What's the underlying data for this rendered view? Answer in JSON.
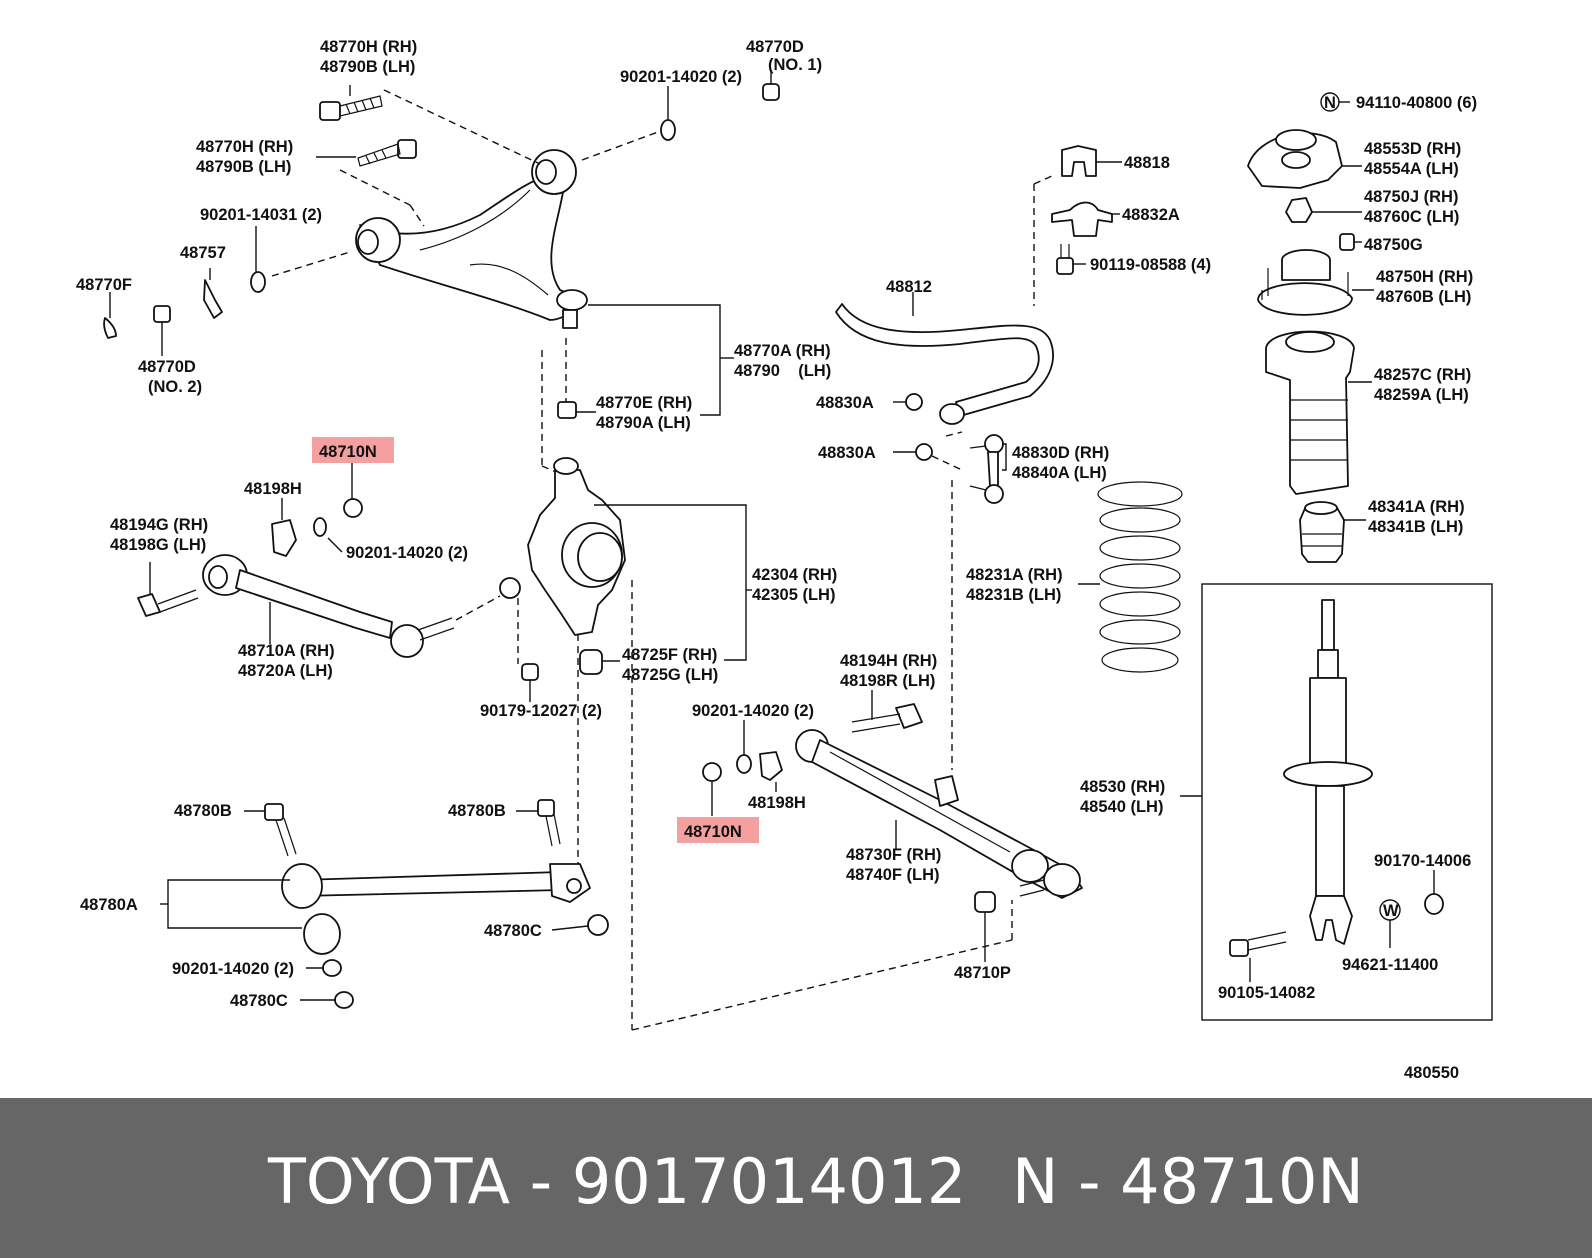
{
  "footer": {
    "brand_part": "TOYOTA - 9017014012",
    "ref": "N - 48710N",
    "background": "#666666"
  },
  "highlight_color": "#f4a0a0",
  "diagram_code": "480550",
  "labels": {
    "l01": "48770H (RH)",
    "l02": "48790B (LH)",
    "l03": "48770D",
    "l04": "(NO. 1)",
    "l05": "90201-14020 (2)",
    "l06": "48770H (RH)",
    "l07": "48790B (LH)",
    "l08": "90201-14031 (2)",
    "l09": "48757",
    "l10": "48770F",
    "l11": "48770D",
    "l12": "(NO. 2)",
    "l13": "48770A (RH)",
    "l14": "48790    (LH)",
    "l15": "48770E (RH)",
    "l16": "48790A (LH)",
    "l17": "48710N",
    "l18": "48198H",
    "l19": "48194G (RH)",
    "l20": "48198G (LH)",
    "l21": "90201-14020 (2)",
    "l22": "48710A (RH)",
    "l23": "48720A (LH)",
    "l24": "42304 (RH)",
    "l25": "42305 (LH)",
    "l26": "48725F (RH)",
    "l27": "48725G (LH)",
    "l28": "90179-12027 (2)",
    "l29": "90201-14020 (2)",
    "l30": "48198H",
    "l31": "48710N",
    "l32": "48194H (RH)",
    "l33": "48198R (LH)",
    "l34": "48780B",
    "l35": "48780B",
    "l36": "48780A",
    "l37": "48780C",
    "l38": "90201-14020 (2)",
    "l39": "48780C",
    "l40": "48730F (RH)",
    "l41": "48740F (LH)",
    "l42": "48710P",
    "l43": "48818",
    "l44": "48832A",
    "l45": "90119-08588 (4)",
    "l46": "48812",
    "l47": "48830A",
    "l48": "48830A",
    "l49": "48830D (RH)",
    "l50": "48840A (LH)",
    "l51": "N",
    "l52": "94110-40800 (6)",
    "l53": "48553D (RH)",
    "l54": "48554A (LH)",
    "l55": "48750J (RH)",
    "l56": "48760C (LH)",
    "l57": "48750G",
    "l58": "48750H (RH)",
    "l59": "48760B (LH)",
    "l60": "48257C (RH)",
    "l61": "48259A (LH)",
    "l62": "48341A (RH)",
    "l63": "48341B (LH)",
    "l64": "48231A (RH)",
    "l65": "48231B (LH)",
    "l66": "48530 (RH)",
    "l67": "48540 (LH)",
    "l68": "90170-14006",
    "l69": "W",
    "l70": "94621-11400",
    "l71": "90105-14082",
    "l72": "480550"
  }
}
